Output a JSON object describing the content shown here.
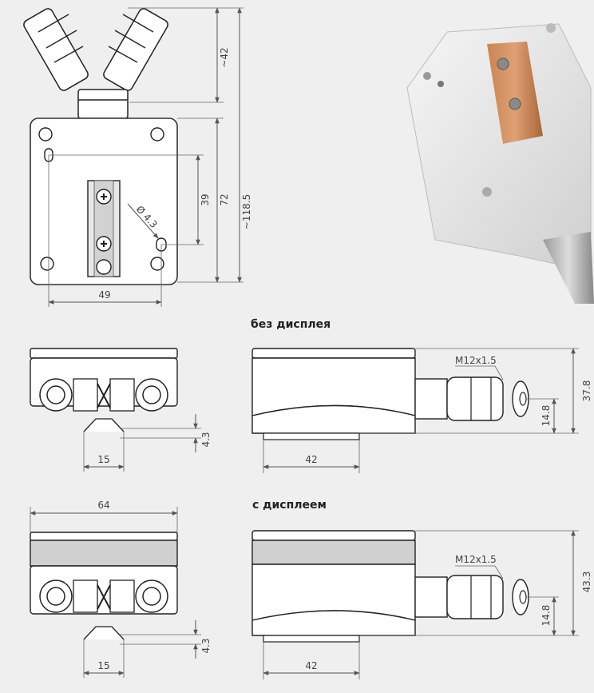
{
  "headings": {
    "without_display": "без дисплея",
    "with_display": "с дисплеем"
  },
  "top_view": {
    "height_cable": "~42",
    "height_total": "~118.5",
    "height_body": "72",
    "hole_spacing": "39",
    "hole_diameter": "Ø 4.3",
    "width_holes": "49"
  },
  "end_view_no_display": {
    "foot_height": "4.3",
    "foot_width": "15"
  },
  "side_view_no_display": {
    "thread": "M12x1.5",
    "height": "37.8",
    "gland_height": "14.8",
    "base_width": "42"
  },
  "end_view_display": {
    "width": "64",
    "foot_height": "4.3",
    "foot_width": "15"
  },
  "side_view_display": {
    "thread": "M12x1.5",
    "height": "43.3",
    "gland_height": "14.8",
    "base_width": "42"
  },
  "colors": {
    "background": "#efefef",
    "outline": "#333333",
    "copper": "#b87333",
    "display_band": "#d0d0d0"
  }
}
